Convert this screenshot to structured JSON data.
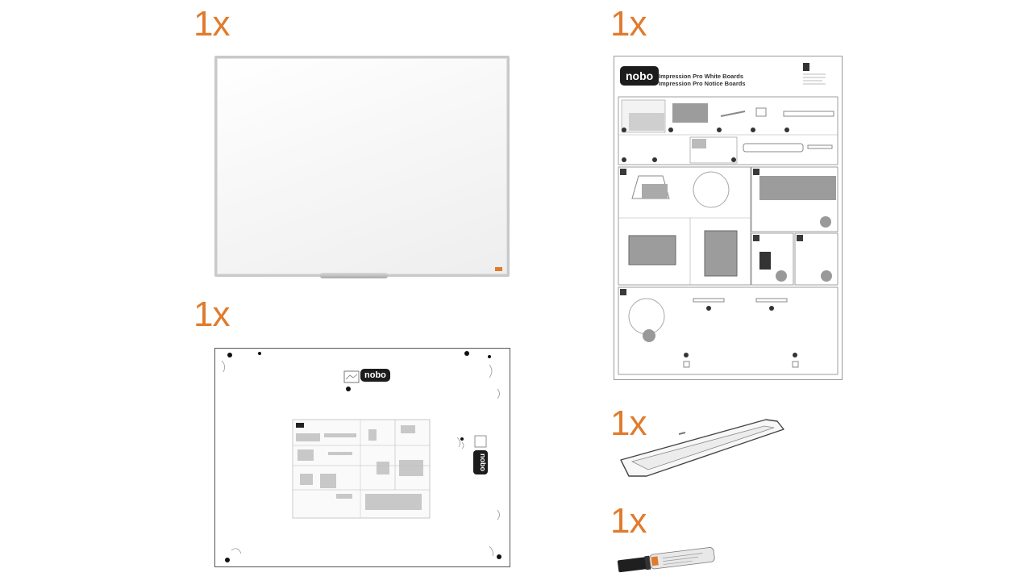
{
  "items": [
    {
      "id": "whiteboard",
      "quantity": "1x"
    },
    {
      "id": "board-back",
      "quantity": "1x"
    },
    {
      "id": "instruction-manual",
      "quantity": "1x"
    },
    {
      "id": "pen-tray",
      "quantity": "1x"
    },
    {
      "id": "marker",
      "quantity": "1x"
    }
  ],
  "brand": "nobo",
  "manual": {
    "title_line1": "Impression Pro White Boards",
    "title_line2": "Impression Pro Notice Boards"
  },
  "colors": {
    "quantity_text": "#e07b2c",
    "brand_badge": "#1c1c1c"
  }
}
